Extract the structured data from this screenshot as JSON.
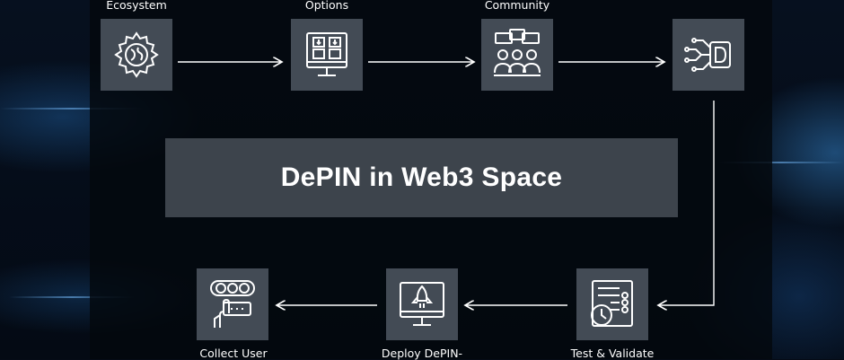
{
  "diagram": {
    "title": "DePIN in Web3 Space",
    "nodes": [
      {
        "id": "ecosystem",
        "label": "Ecosystem",
        "icon": "gear-globe-icon"
      },
      {
        "id": "options",
        "label": "Options",
        "icon": "monitor-options-icon"
      },
      {
        "id": "community",
        "label": "Community",
        "icon": "community-chat-icon"
      },
      {
        "id": "dapp",
        "label": "",
        "icon": "circuit-d-icon"
      },
      {
        "id": "test",
        "label": "Test & Validate",
        "icon": "checklist-clock-icon"
      },
      {
        "id": "deploy",
        "label": "Deploy DePIN-",
        "icon": "monitor-rocket-icon"
      },
      {
        "id": "collect",
        "label": "Collect User",
        "icon": "feedback-rating-icon"
      }
    ],
    "edges": [
      {
        "from": "ecosystem",
        "to": "options"
      },
      {
        "from": "options",
        "to": "community"
      },
      {
        "from": "community",
        "to": "dapp"
      },
      {
        "from": "dapp",
        "to": "test"
      },
      {
        "from": "test",
        "to": "deploy"
      },
      {
        "from": "deploy",
        "to": "collect"
      }
    ],
    "colors": {
      "node_fill": "#434b55",
      "title_fill": "#3d444c",
      "line": "#ffffff",
      "text": "#ffffff"
    }
  }
}
